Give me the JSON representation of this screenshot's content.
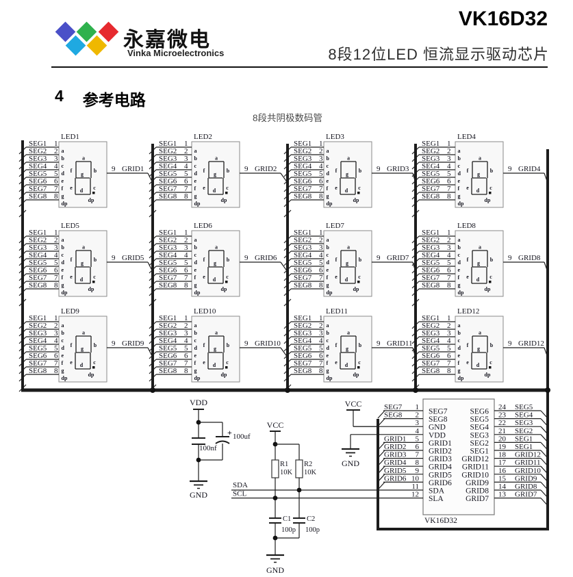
{
  "header": {
    "brand_cn": "永嘉微电",
    "brand_en": "Vinka Microelectronics",
    "part_number": "VK16D32",
    "subtitle": "8段12位LED 恒流显示驱动芯片",
    "logo_colors": [
      "#4a50c8",
      "#2fb14d",
      "#e62a2f",
      "#1fa9e1",
      "#efb800"
    ]
  },
  "section": {
    "number": "4",
    "title": "参考电路"
  },
  "diagram": {
    "caption": "8段共阴极数码管",
    "seg_labels": [
      "SEG1",
      "SEG2",
      "SEG3",
      "SEG4",
      "SEG5",
      "SEG6",
      "SEG7",
      "SEG8"
    ],
    "seg_numbers": [
      "1",
      "2",
      "3",
      "4",
      "5",
      "6",
      "7",
      "8"
    ],
    "led_pin_names": [
      "a",
      "b",
      "c",
      "d",
      "e",
      "f",
      "g",
      "dp"
    ],
    "glyph_labels": {
      "a": "a",
      "b": "b",
      "c": "c",
      "d": "d",
      "e": "e",
      "f": "f",
      "g": "g",
      "dp": "dp"
    },
    "grid_pin_number": "9",
    "leds": [
      {
        "name": "LED1",
        "grid": "GRID1"
      },
      {
        "name": "LED2",
        "grid": "GRID2"
      },
      {
        "name": "LED3",
        "grid": "GRID3"
      },
      {
        "name": "LED4",
        "grid": "GRID4"
      },
      {
        "name": "LED5",
        "grid": "GRID5"
      },
      {
        "name": "LED6",
        "grid": "GRID6"
      },
      {
        "name": "LED7",
        "grid": "GRID7"
      },
      {
        "name": "LED8",
        "grid": "GRID8"
      },
      {
        "name": "LED9",
        "grid": "GRID9"
      },
      {
        "name": "LED10",
        "grid": "GRID10"
      },
      {
        "name": "LED11",
        "grid": "GRID11"
      },
      {
        "name": "LED12",
        "grid": "GRID12"
      }
    ],
    "chip": {
      "name": "VK16D32",
      "left_pins": [
        {
          "num": "1",
          "inner": "SEG7",
          "outer": "SEG7"
        },
        {
          "num": "2",
          "inner": "SEG8",
          "outer": "SEG8"
        },
        {
          "num": "3",
          "inner": "GND",
          "outer": ""
        },
        {
          "num": "4",
          "inner": "VDD",
          "outer": ""
        },
        {
          "num": "5",
          "inner": "GRID1",
          "outer": "GRID1"
        },
        {
          "num": "6",
          "inner": "GRID2",
          "outer": "GRID2"
        },
        {
          "num": "7",
          "inner": "GRID3",
          "outer": "GRID3"
        },
        {
          "num": "8",
          "inner": "GRID4",
          "outer": "GRID4"
        },
        {
          "num": "9",
          "inner": "GRID5",
          "outer": "GRID5"
        },
        {
          "num": "10",
          "inner": "GRID6",
          "outer": "GRID6"
        },
        {
          "num": "11",
          "inner": "SDA",
          "outer": ""
        },
        {
          "num": "12",
          "inner": "SLA",
          "outer": ""
        }
      ],
      "right_pins": [
        {
          "num": "24",
          "inner": "SEG6",
          "outer": "SEG5"
        },
        {
          "num": "23",
          "inner": "SEG5",
          "outer": "SEG4"
        },
        {
          "num": "22",
          "inner": "SEG4",
          "outer": "SEG3"
        },
        {
          "num": "21",
          "inner": "SEG3",
          "outer": "SEG2"
        },
        {
          "num": "20",
          "inner": "SEG2",
          "outer": "SEG1"
        },
        {
          "num": "19",
          "inner": "SEG1",
          "outer": "SEG1"
        },
        {
          "num": "18",
          "inner": "GRID12",
          "outer": "GRID12"
        },
        {
          "num": "17",
          "inner": "GRID11",
          "outer": "GRID11"
        },
        {
          "num": "16",
          "inner": "GRID10",
          "outer": "GRID10"
        },
        {
          "num": "15",
          "inner": "GRID9",
          "outer": "GRID9"
        },
        {
          "num": "14",
          "inner": "GRID8",
          "outer": "GRID8"
        },
        {
          "num": "13",
          "inner": "GRID7",
          "outer": "GRID7"
        }
      ]
    },
    "power": {
      "vdd": "VDD",
      "vcc": "VCC",
      "gnd": "GND",
      "bulk_cap_plus": "+",
      "bulk_cap_value": "100uf",
      "decoupling_cap_value": "100nf",
      "r1_name": "R1",
      "r1_value": "10K",
      "r2_name": "R2",
      "r2_value": "10K",
      "c1_name": "C1",
      "c1_value": "100p",
      "c2_name": "C2",
      "c2_value": "100p",
      "sda": "SDA",
      "scl": "SCL"
    }
  }
}
